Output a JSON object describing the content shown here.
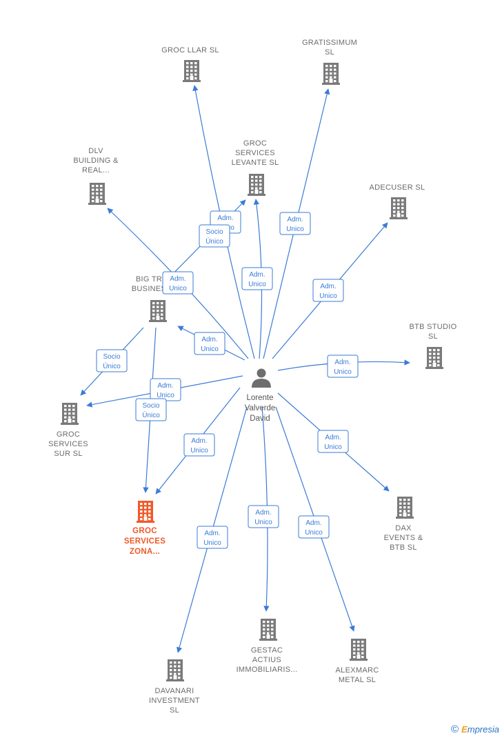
{
  "diagram": {
    "person": {
      "id": "lorente",
      "lines": [
        "Lorente",
        "Valverde",
        "David"
      ]
    },
    "companies": [
      {
        "id": "groc_llar",
        "lines": [
          "GROC LLAR SL"
        ]
      },
      {
        "id": "gratissimum",
        "lines": [
          "GRATISSIMUM",
          "SL"
        ]
      },
      {
        "id": "groc_levante",
        "lines": [
          "GROC",
          "SERVICES",
          "LEVANTE  SL"
        ]
      },
      {
        "id": "dlv",
        "lines": [
          "DLV",
          "BUILDING &",
          "REAL..."
        ]
      },
      {
        "id": "adecuser",
        "lines": [
          "ADECUSER  SL"
        ]
      },
      {
        "id": "big_tr",
        "lines": [
          "BIG TR",
          "BUSINES"
        ]
      },
      {
        "id": "btb_studio",
        "lines": [
          "BTB STUDIO",
          "SL"
        ]
      },
      {
        "id": "groc_sur",
        "lines": [
          "GROC",
          "SERVICES",
          "SUR  SL"
        ]
      },
      {
        "id": "groc_zona",
        "lines": [
          "GROC",
          "SERVICES",
          "ZONA..."
        ],
        "focus": true
      },
      {
        "id": "dax",
        "lines": [
          "DAX",
          "EVENTS &",
          "BTB  SL"
        ]
      },
      {
        "id": "gestac",
        "lines": [
          "GESTAC",
          "ACTIUS",
          "IMMOBILIARIS..."
        ]
      },
      {
        "id": "alexmarc",
        "lines": [
          "ALEXMARC",
          "METAL  SL"
        ]
      },
      {
        "id": "davanari",
        "lines": [
          "DAVANARI",
          "INVESTMENT",
          "SL"
        ]
      }
    ],
    "edges": [
      {
        "from": "lorente",
        "to": "groc_llar",
        "label": [
          "Adm.",
          "Unico"
        ]
      },
      {
        "from": "lorente",
        "to": "gratissimum",
        "label": [
          "Adm.",
          "Unico"
        ]
      },
      {
        "from": "lorente",
        "to": "groc_levante",
        "label": [
          "Adm.",
          "Unico"
        ]
      },
      {
        "from": "lorente",
        "to": "adecuser",
        "label": [
          "Adm.",
          "Unico"
        ]
      },
      {
        "from": "lorente",
        "to": "big_tr",
        "label": [
          "Adm.",
          "Unico"
        ]
      },
      {
        "from": "lorente",
        "to": "dlv",
        "label": [
          "Adm.",
          "Unico"
        ]
      },
      {
        "from": "lorente",
        "to": "btb_studio",
        "label": [
          "Adm.",
          "Unico"
        ]
      },
      {
        "from": "lorente",
        "to": "groc_sur",
        "label": [
          "Adm.",
          "Unico"
        ]
      },
      {
        "from": "lorente",
        "to": "groc_zona",
        "label": [
          "Adm.",
          "Unico"
        ]
      },
      {
        "from": "lorente",
        "to": "dax",
        "label": [
          "Adm.",
          "Unico"
        ]
      },
      {
        "from": "lorente",
        "to": "gestac",
        "label": [
          "Adm.",
          "Unico"
        ]
      },
      {
        "from": "lorente",
        "to": "alexmarc",
        "label": [
          "Adm.",
          "Unico"
        ]
      },
      {
        "from": "lorente",
        "to": "davanari",
        "label": [
          "Adm.",
          "Unico"
        ]
      },
      {
        "from": "big_tr",
        "to": "groc_levante",
        "label": [
          "Socio",
          "Único"
        ]
      },
      {
        "from": "big_tr",
        "to": "groc_sur",
        "label": [
          "Socio",
          "Único"
        ]
      },
      {
        "from": "big_tr",
        "to": "groc_zona",
        "label": [
          "Socio",
          "Único"
        ]
      }
    ]
  },
  "colors": {
    "edge": "#3a7bd5",
    "building": "#7a7a7a",
    "building_focus": "#f05a28",
    "person_icon": "#6e6e6e"
  },
  "footer": {
    "copyright_symbol": "©",
    "brand_first": "E",
    "brand_rest": "mpresia"
  }
}
